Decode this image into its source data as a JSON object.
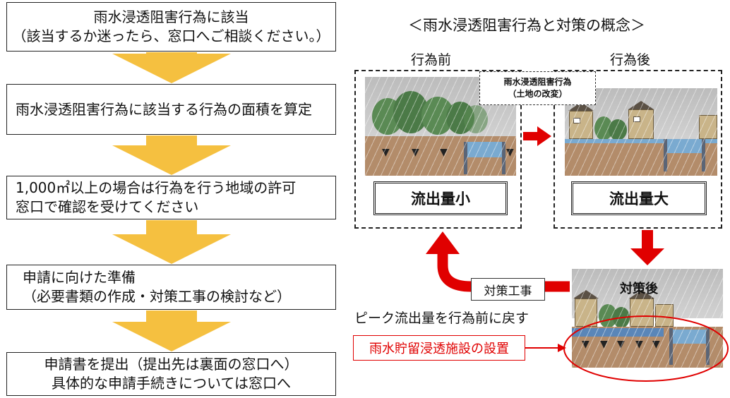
{
  "flow": {
    "step1": {
      "line1": "雨水浸透阻害行為に該当",
      "line2": "（該当するか迷ったら、窓口へご相談ください。）"
    },
    "step2": {
      "line1": "雨水浸透阻害行為に該当する行為の面積を算定"
    },
    "step3": {
      "line1": "1,000㎡以上の場合は行為を行う地域の許可",
      "line2": "窓口で確認を受けてください"
    },
    "step4": {
      "line1": "申請に向けた準備",
      "line2": "（必要書類の作成・対策工事の検討など）"
    },
    "step5": {
      "line1": "申請書を提出（提出先は裏面の窓口へ）",
      "line2": "具体的な申請手続きについては窓口へ"
    }
  },
  "concept": {
    "title": "＜雨水浸透阻害行為と対策の概念＞",
    "before_label": "行為前",
    "after_label": "行為後",
    "callout": {
      "line1": "雨水浸透阻害行為",
      "line2": "（土地の改変）"
    },
    "before_result": "流出量小",
    "after_result": "流出量大",
    "measures_label": "対策工事",
    "measures_after_label": "対策後",
    "peak_note": "ピーク流出量を行為前に戻す",
    "facility_label": "雨水貯留浸透施設の設置"
  },
  "colors": {
    "flow_arrow": "#f5c040",
    "red_arrow": "#e00000",
    "soil": "#b38c6a",
    "tree": "#5a8a54",
    "water": "#7aaad0"
  }
}
